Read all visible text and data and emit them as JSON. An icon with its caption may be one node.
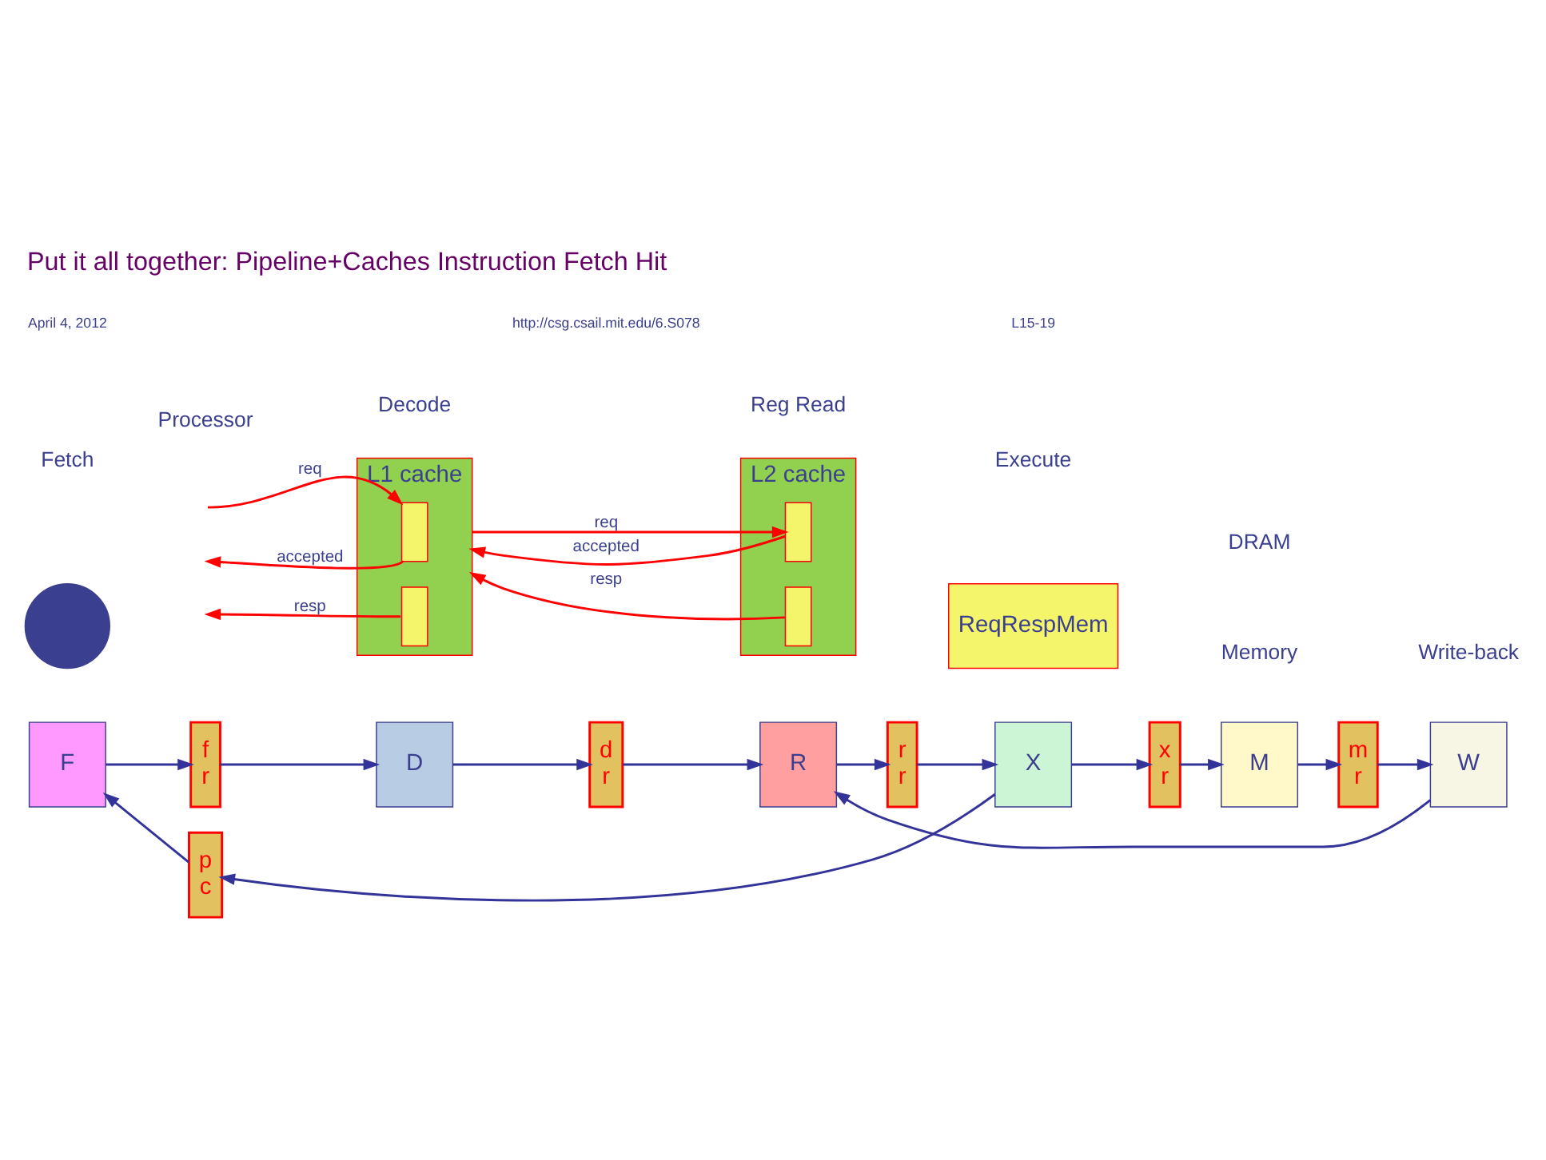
{
  "diagram": {
    "title": "Put it all together: Pipeline+Caches Instruction Fetch Hit",
    "nodes": [
      {
        "text": [
          "F"
        ]
      },
      {
        "text": [
          "f r"
        ]
      },
      {
        "text": [
          "D"
        ]
      },
      {
        "text": [
          "d r"
        ]
      },
      {
        "text": [
          "R"
        ]
      },
      {
        "text": [
          "r r"
        ]
      },
      {
        "text": [
          "X"
        ]
      },
      {
        "text": [
          "x r"
        ]
      },
      {
        "text": [
          "M"
        ]
      },
      {
        "text": [
          "m r"
        ]
      },
      {
        "text": [
          "W"
        ]
      },
      {
        "text": [
          "p c"
        ]
      },
      {
        "text": [],
        "shape": "circle"
      },
      {
        "text": [
          "L1 cache"
        ]
      },
      {
        "text": [],
        "shape": "box",
        "in": 13
      },
      {
        "text": [],
        "shape": "box",
        "in": 13
      },
      {
        "text": [
          "L2 cache"
        ]
      },
      {
        "text": [],
        "shape": "box",
        "in": 16
      },
      {
        "text": [],
        "shape": "box",
        "in": 16
      },
      {
        "text": [
          "ReqRespMem"
        ]
      }
    ],
    "edges": [
      {
        "from": 0,
        "to": 1,
        "arrow": "to"
      },
      {
        "from": 1,
        "to": 2,
        "arrow": "to"
      },
      {
        "from": 2,
        "to": 3,
        "arrow": "to"
      },
      {
        "from": 3,
        "to": 4,
        "arrow": "to"
      },
      {
        "from": 4,
        "to": 5,
        "arrow": "to"
      },
      {
        "from": 5,
        "to": 6,
        "arrow": "to"
      },
      {
        "from": 6,
        "to": 7,
        "arrow": "to"
      },
      {
        "from": 7,
        "to": 8,
        "arrow": "to"
      },
      {
        "from": 8,
        "to": 9,
        "arrow": "to"
      },
      {
        "from": 9,
        "to": 10,
        "arrow": "to"
      },
      {
        "from": 6,
        "to": 11,
        "arrow": "to"
      },
      {
        "from": 11,
        "to": 0,
        "arrow": "to"
      },
      {
        "from": 10,
        "to": 4,
        "arrow": "to"
      },
      {
        "from": null,
        "to": 14,
        "arrow": "to",
        "label": "req",
        "color": "#ff0000"
      },
      {
        "from": 14,
        "to": null,
        "arrow": "to",
        "label": "accepted",
        "color": "#ff0000"
      },
      {
        "from": 15,
        "to": null,
        "arrow": "to",
        "label": "resp",
        "color": "#ff0000"
      },
      {
        "from": 13,
        "to": 17,
        "arrow": "to",
        "label": "req",
        "color": "#ff0000"
      },
      {
        "from": 17,
        "to": 13,
        "arrow": "to",
        "label": "accepted",
        "color": "#ff0000"
      },
      {
        "from": 18,
        "to": 13,
        "arrow": "to",
        "label": "resp",
        "color": "#ff0000"
      }
    ],
    "labels": [
      "Fetch",
      "Decode",
      "Reg Read",
      "Execute",
      "Memory",
      "Write-back",
      "Processor",
      "DRAM",
      "April 4, 2012",
      "http://csg.csail.mit.edu/6.S078",
      "L15-19"
    ]
  }
}
